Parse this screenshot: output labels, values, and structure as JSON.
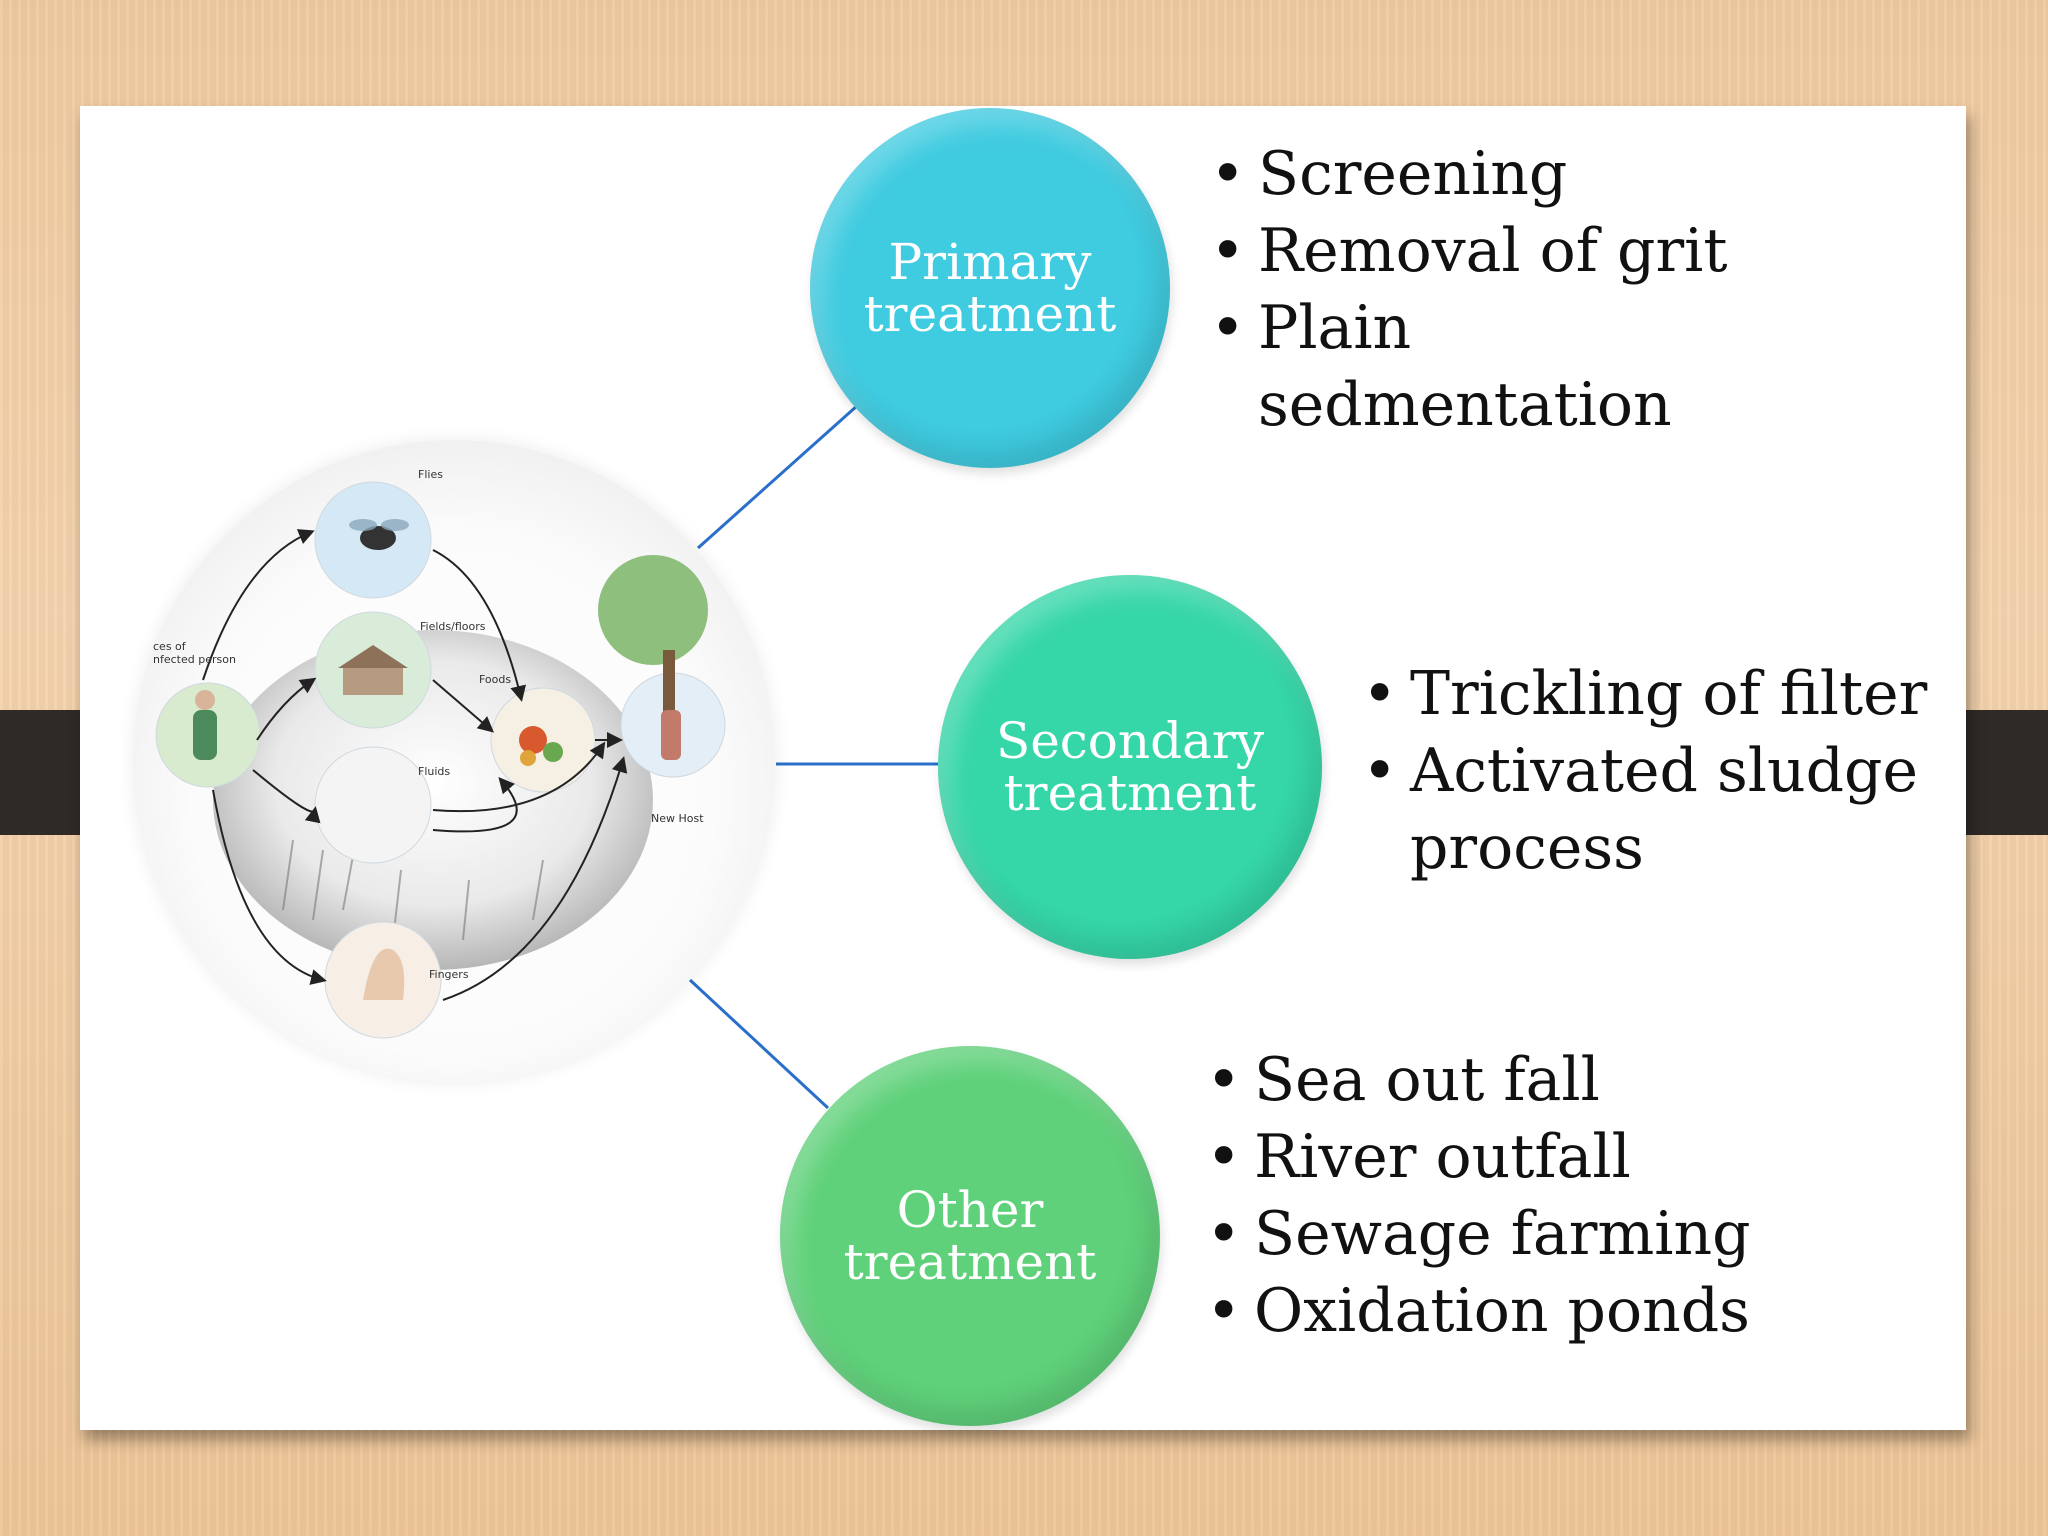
{
  "colors": {
    "primary_bubble": "#3fcbe0",
    "secondary_bubble": "#35d6a8",
    "other_bubble": "#5fd17a",
    "connector": "#2a6fc9"
  },
  "illustration": {
    "labels": {
      "flies": "Flies",
      "fields_floors": "Fields/floors",
      "foods": "Foods",
      "fluids": "Fluids",
      "fingers": "Fingers",
      "new_host": "New Host",
      "source": "ces of\nnfected person"
    }
  },
  "primary": {
    "title_line1": "Primary",
    "title_line2": "treatment",
    "items": [
      "Screening",
      "Removal of grit",
      "Plain sedmentation"
    ]
  },
  "secondary": {
    "title_line1": "Secondary",
    "title_line2": "treatment",
    "items": [
      "Trickling of filter",
      "Activated sludge process"
    ]
  },
  "other": {
    "title_line1": "Other",
    "title_line2": "treatment",
    "items": [
      "Sea out fall",
      "River outfall",
      "Sewage farming",
      "Oxidation ponds"
    ]
  }
}
